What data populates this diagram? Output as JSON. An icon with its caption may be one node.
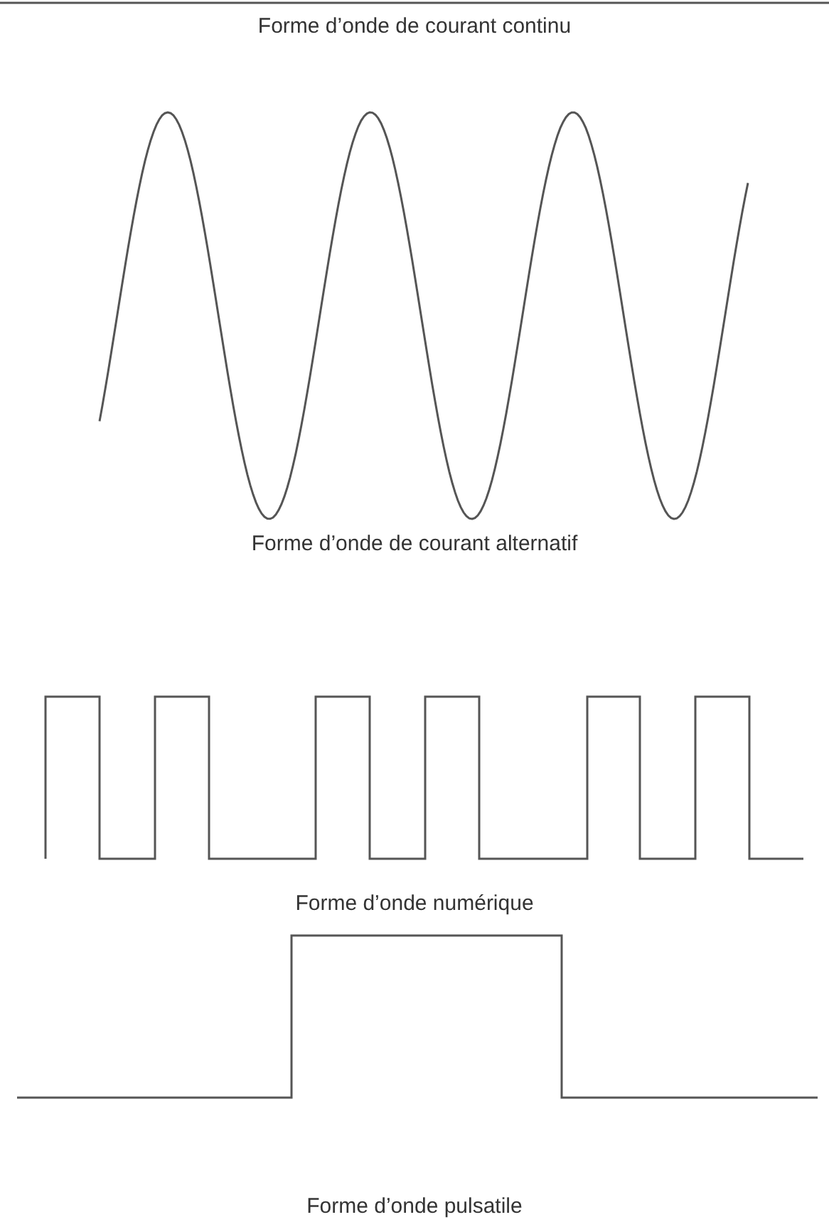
{
  "diagram": {
    "labels": [
      "Forme d’onde de courant continu",
      "Forme d’onde de courant alternatif",
      "Forme d’onde numérique",
      "Forme d’onde pulsatile"
    ]
  }
}
